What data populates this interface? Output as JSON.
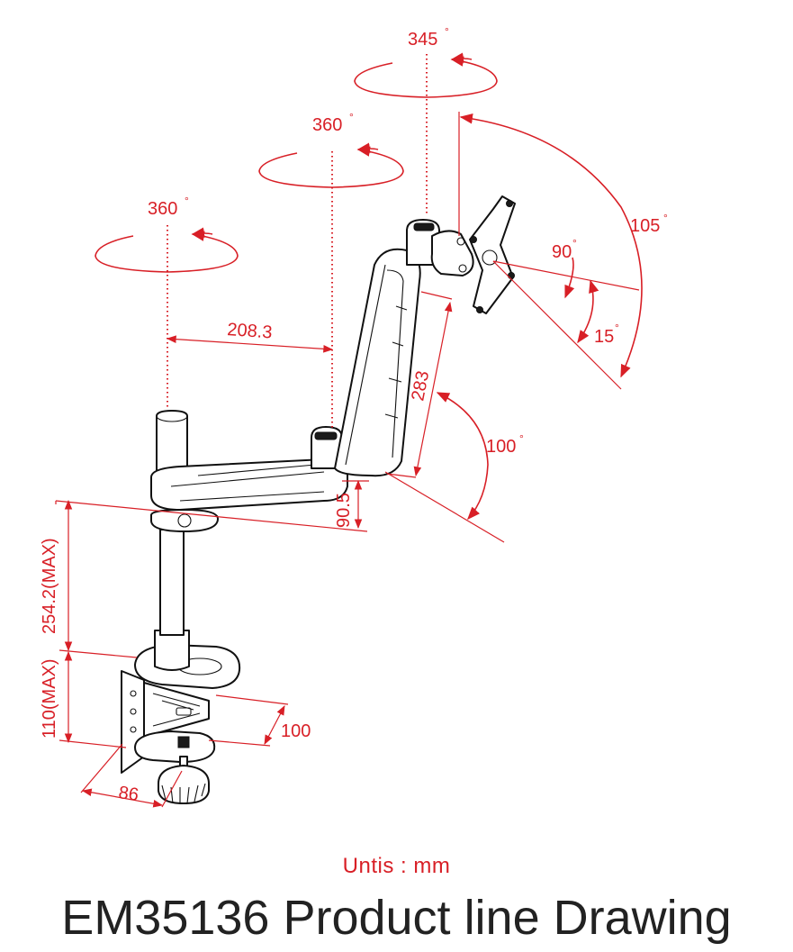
{
  "units_label": "Untis : mm",
  "title": "EM35136 Product  line Drawing",
  "dimensions": {
    "rotation_pole": "360",
    "rotation_arm_joint": "360",
    "rotation_head": "345",
    "arm_reach": "208.3",
    "arm_length": "283",
    "arm_tilt": "100",
    "arm_height": "90.5",
    "pole_height": "254.2(MAX)",
    "clamp_thickness": "110(MAX)",
    "clamp_depth": "100",
    "clamp_width": "86",
    "tilt_total": "105",
    "tilt_up": "90",
    "tilt_down": "15"
  },
  "degree_mark": "°",
  "colors": {
    "dimension": "#d81f26",
    "line": "#111111",
    "title": "#222222"
  }
}
